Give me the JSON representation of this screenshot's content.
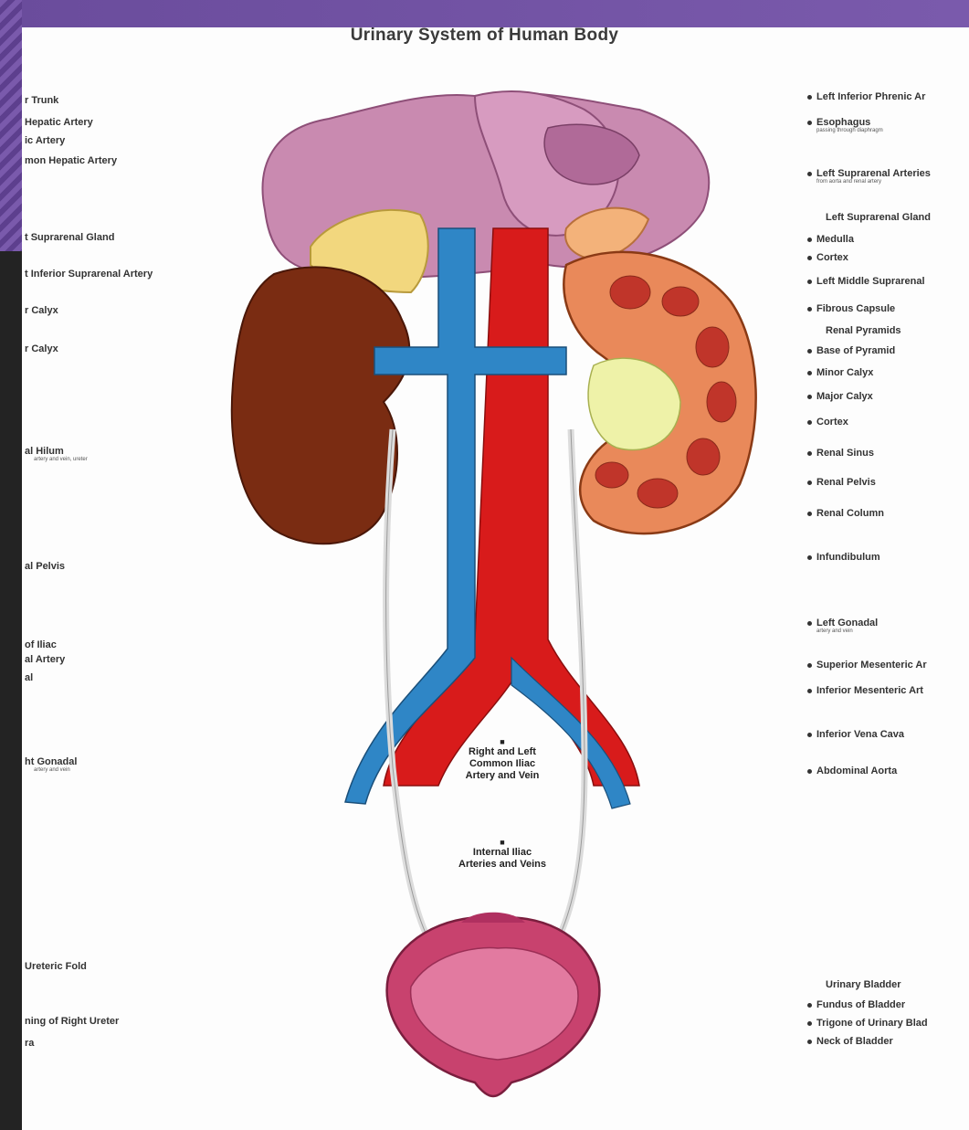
{
  "title": "Urinary System of Human Body",
  "left_labels": [
    {
      "text": "r Trunk"
    },
    {
      "text": "Hepatic Artery"
    },
    {
      "text": "ic Artery"
    },
    {
      "text": "mon Hepatic Artery"
    },
    {
      "text": "t Suprarenal Gland"
    },
    {
      "text": "t Inferior Suprarenal Artery"
    },
    {
      "text": "r Calyx"
    },
    {
      "text": "r Calyx"
    },
    {
      "text": "al Hilum",
      "sub": "artery and vein, ureter"
    },
    {
      "text": "al Pelvis"
    },
    {
      "text": "of Iliac"
    },
    {
      "text": "al Artery"
    },
    {
      "text": "al"
    },
    {
      "text": "ht Gonadal",
      "sub": "artery and vein"
    },
    {
      "text": "Ureteric Fold"
    },
    {
      "text": "ning of Right Ureter"
    },
    {
      "text": "ra"
    }
  ],
  "right_labels": [
    {
      "text": "Left Inferior Phrenic Ar"
    },
    {
      "text": "Esophagus",
      "sub": "passing through diaphragm"
    },
    {
      "text": "Left Suprarenal Arteries",
      "sub": "from aorta and renal artery"
    },
    {
      "text": "Left Suprarenal Gland",
      "header": true
    },
    {
      "text": "Medulla"
    },
    {
      "text": "Cortex"
    },
    {
      "text": "Left Middle Suprarenal"
    },
    {
      "text": "Fibrous Capsule"
    },
    {
      "text": "Renal Pyramids",
      "header": true
    },
    {
      "text": "Base of Pyramid"
    },
    {
      "text": "Minor Calyx"
    },
    {
      "text": "Major Calyx"
    },
    {
      "text": "Cortex"
    },
    {
      "text": "Renal Sinus"
    },
    {
      "text": "Renal Pelvis"
    },
    {
      "text": "Renal Column"
    },
    {
      "text": "Infundibulum"
    },
    {
      "text": "Left Gonadal",
      "sub": "artery and vein"
    },
    {
      "text": "Superior Mesenteric Ar"
    },
    {
      "text": "Inferior Mesenteric Art"
    },
    {
      "text": "Inferior Vena Cava"
    },
    {
      "text": "Abdominal Aorta"
    },
    {
      "text": "Urinary Bladder",
      "header": true
    },
    {
      "text": "Fundus of Bladder"
    },
    {
      "text": "Trigone of Urinary Blad"
    },
    {
      "text": "Neck of Bladder"
    }
  ],
  "center_labels": {
    "iliac": [
      "Right and Left",
      "Common Iliac",
      "Artery and Vein"
    ],
    "internal": [
      "Internal Iliac",
      "Arteries and Veins"
    ]
  },
  "colors": {
    "aorta": "#d81b1b",
    "vena_cava": "#2f86c6",
    "liver": "#c98ab0",
    "kidney_right": "#7a2c12",
    "kidney_left": "#e9895a",
    "adrenal": "#f2d77e",
    "bladder": "#c8426e",
    "frame": "#6a4c9c"
  }
}
